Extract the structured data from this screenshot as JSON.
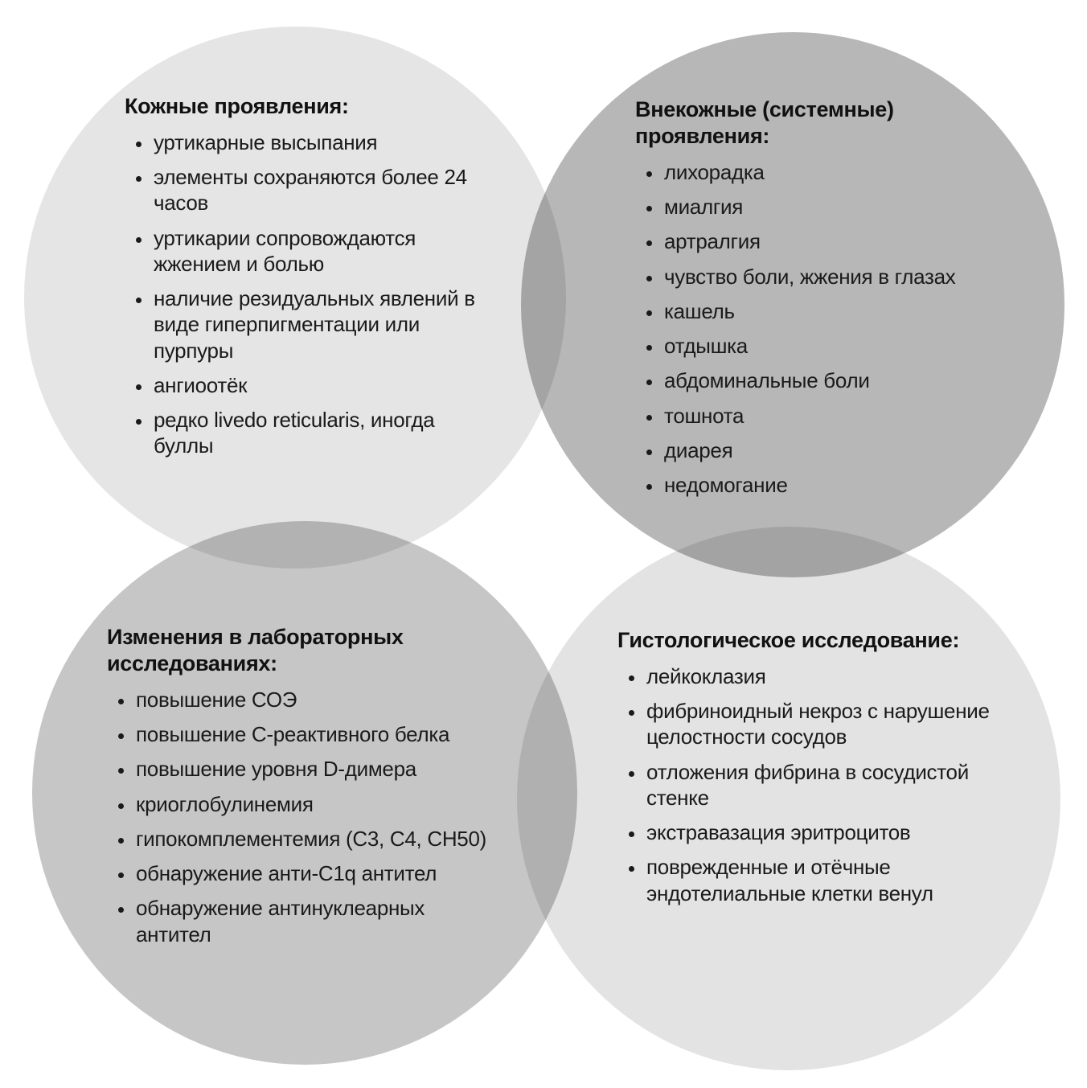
{
  "diagram": {
    "type": "venn-four-circles",
    "background_color": "#ffffff",
    "text_color": "#1a1a1a"
  },
  "panels": [
    {
      "id": "skin",
      "title": "Кожные проявления:",
      "circle_color": "#e5e5e5",
      "items": [
        "уртикарные высыпания",
        "элементы сохраняются более 24 часов",
        "уртикарии сопровождаются жжением и болью",
        "наличие резидуальных явлений в виде гиперпигментации или пурпуры",
        "ангиоотёк",
        "редко livedo reticularis, иногда буллы"
      ]
    },
    {
      "id": "systemic",
      "title": "Внекожные (системные) проявления:",
      "circle_color": "#b7b7b7",
      "items": [
        "лихорадка",
        "миалгия",
        "артралгия",
        "чувство боли, жжения в глазах",
        "кашель",
        "отдышка",
        "абдоминальные боли",
        "тошнота",
        "диарея",
        "недомогание"
      ]
    },
    {
      "id": "lab",
      "title": "Изменения в лабораторных исследованиях:",
      "circle_color": "#c6c6c6",
      "items": [
        "повышение СОЭ",
        "повышение С-реактивного белка",
        "повышение уровня D-димера",
        "криоглобулинемия",
        "гипокомплементемия (C3, C4, CH50)",
        "обнаружение анти-C1q антител",
        "обнаружение антинуклеарных антител"
      ]
    },
    {
      "id": "histology",
      "title": "Гистологическое исследование:",
      "circle_color": "#e3e3e3",
      "items": [
        "лейкоклазия",
        "фибриноидный некроз с нарушение целостности сосудов",
        "отложения фибрина в сосудистой стенке",
        "экстравазация эритроцитов",
        "поврежденные и отёчные эндотелиальные клетки венул"
      ]
    }
  ]
}
